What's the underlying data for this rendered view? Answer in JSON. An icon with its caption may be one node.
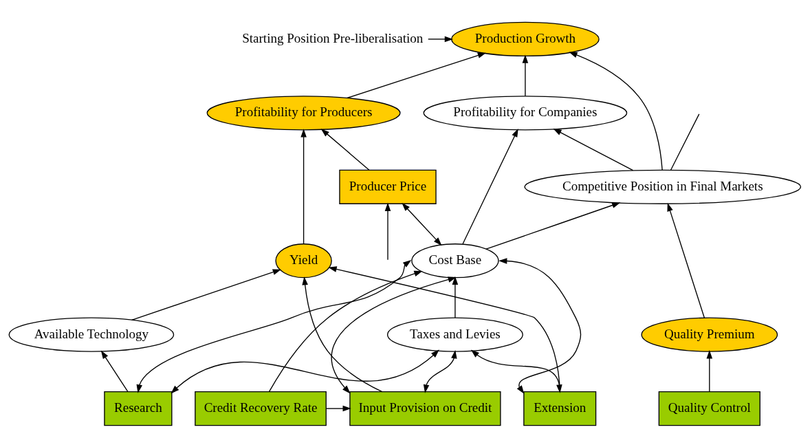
{
  "diagram": {
    "nodes": [
      {
        "text": [
          "Starting Position Pre-liberalisation"
        ]
      },
      {
        "text": [
          "Production Growth"
        ]
      },
      {
        "text": [
          "Competitive Position in Final Markets"
        ]
      },
      {
        "text": [
          "Profitability for Companies"
        ]
      },
      {
        "text": [
          "Profitability for Producers"
        ]
      },
      {
        "text": [
          "Yield"
        ]
      },
      {
        "text": [
          "Quality Premium"
        ]
      },
      {
        "text": [
          "Cost Base"
        ]
      },
      {
        "text": [
          "Taxes and Levies"
        ]
      },
      {
        "text": [
          "Available Technology"
        ]
      },
      {
        "text": [
          "Producer Price"
        ]
      },
      {
        "text": [
          "Quality Control"
        ]
      },
      {
        "text": [
          "Research"
        ]
      },
      {
        "text": [
          "Input Provision on Credit"
        ]
      },
      {
        "text": [
          "Extension"
        ]
      },
      {
        "text": [
          "Credit Recovery Rate"
        ]
      }
    ],
    "edges": [
      {
        "from": 0,
        "to": 1,
        "arrow": "to"
      },
      {
        "from": 2,
        "to": 1,
        "arrow": "to"
      },
      {
        "from": 3,
        "to": 1,
        "arrow": "to"
      },
      {
        "from": 4,
        "to": 1,
        "arrow": "to"
      },
      {
        "from": 2,
        "to": 3,
        "arrow": "to"
      },
      {
        "from": 5,
        "to": 4,
        "arrow": "to"
      },
      {
        "from": 6,
        "to": 2,
        "arrow": "to"
      },
      {
        "from": 7,
        "to": 2,
        "arrow": "to"
      },
      {
        "from": 7,
        "to": 3,
        "arrow": "to"
      },
      {
        "from": 8,
        "to": 7,
        "arrow": "to"
      },
      {
        "from": 9,
        "to": 5,
        "arrow": "to"
      },
      {
        "from": 10,
        "to": 4,
        "arrow": "to"
      },
      {
        "from": 11,
        "to": 6,
        "arrow": "to"
      },
      {
        "from": 12,
        "to": 9,
        "arrow": "to"
      },
      {
        "from": 13,
        "to": 5,
        "arrow": "to"
      },
      {
        "from": 14,
        "to": 5,
        "arrow": "to"
      },
      {
        "from": 15,
        "to": 7,
        "arrow": "to"
      },
      {
        "from": 15,
        "to": 13,
        "arrow": "to"
      },
      {
        "from": 12,
        "to": 7,
        "arrow": "both"
      },
      {
        "from": 12,
        "to": 8,
        "arrow": "both"
      },
      {
        "from": 13,
        "to": 7,
        "arrow": "both"
      },
      {
        "from": 13,
        "to": 8,
        "arrow": "both"
      },
      {
        "from": 14,
        "to": 7,
        "arrow": "both"
      },
      {
        "from": 14,
        "to": 8,
        "arrow": "both"
      },
      {
        "from": 7,
        "to": 10,
        "arrow": "both"
      },
      {
        "from": null,
        "to": 10,
        "arrow": "to"
      },
      {
        "from": 2,
        "to": null,
        "arrow": "none"
      }
    ]
  }
}
